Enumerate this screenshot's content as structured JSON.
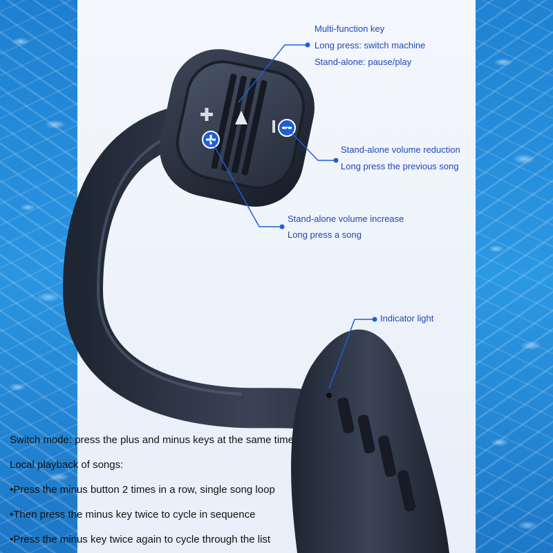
{
  "labels": {
    "multifunction": {
      "title": "Multi-function key",
      "line1": "Long press: switch machine",
      "line2": "Stand-alone: pause/play"
    },
    "volume_down": {
      "line1": "Stand-alone volume reduction",
      "line2": "Long press the previous song"
    },
    "volume_up": {
      "line1": "Stand-alone volume increase",
      "line2": "Long press a song"
    },
    "indicator": {
      "line1": "Indicator light"
    }
  },
  "instructions": [
    "Switch mode: press the plus and minus keys at the same time",
    "Local playback of songs:",
    "•Press the minus button 2 times in a row, single song loop",
    "•Then press the minus key twice to cycle in sequence",
    "•Press the minus key twice again to cycle through the list"
  ],
  "colors": {
    "accent": "#1f5fd6",
    "label_text": "#1f47b8",
    "water": "#2a90e0",
    "device": "#2c3444"
  },
  "icons": {
    "plus_marker": "plus-icon",
    "minus_marker": "minus-icon",
    "play_pause": "play-icon"
  }
}
